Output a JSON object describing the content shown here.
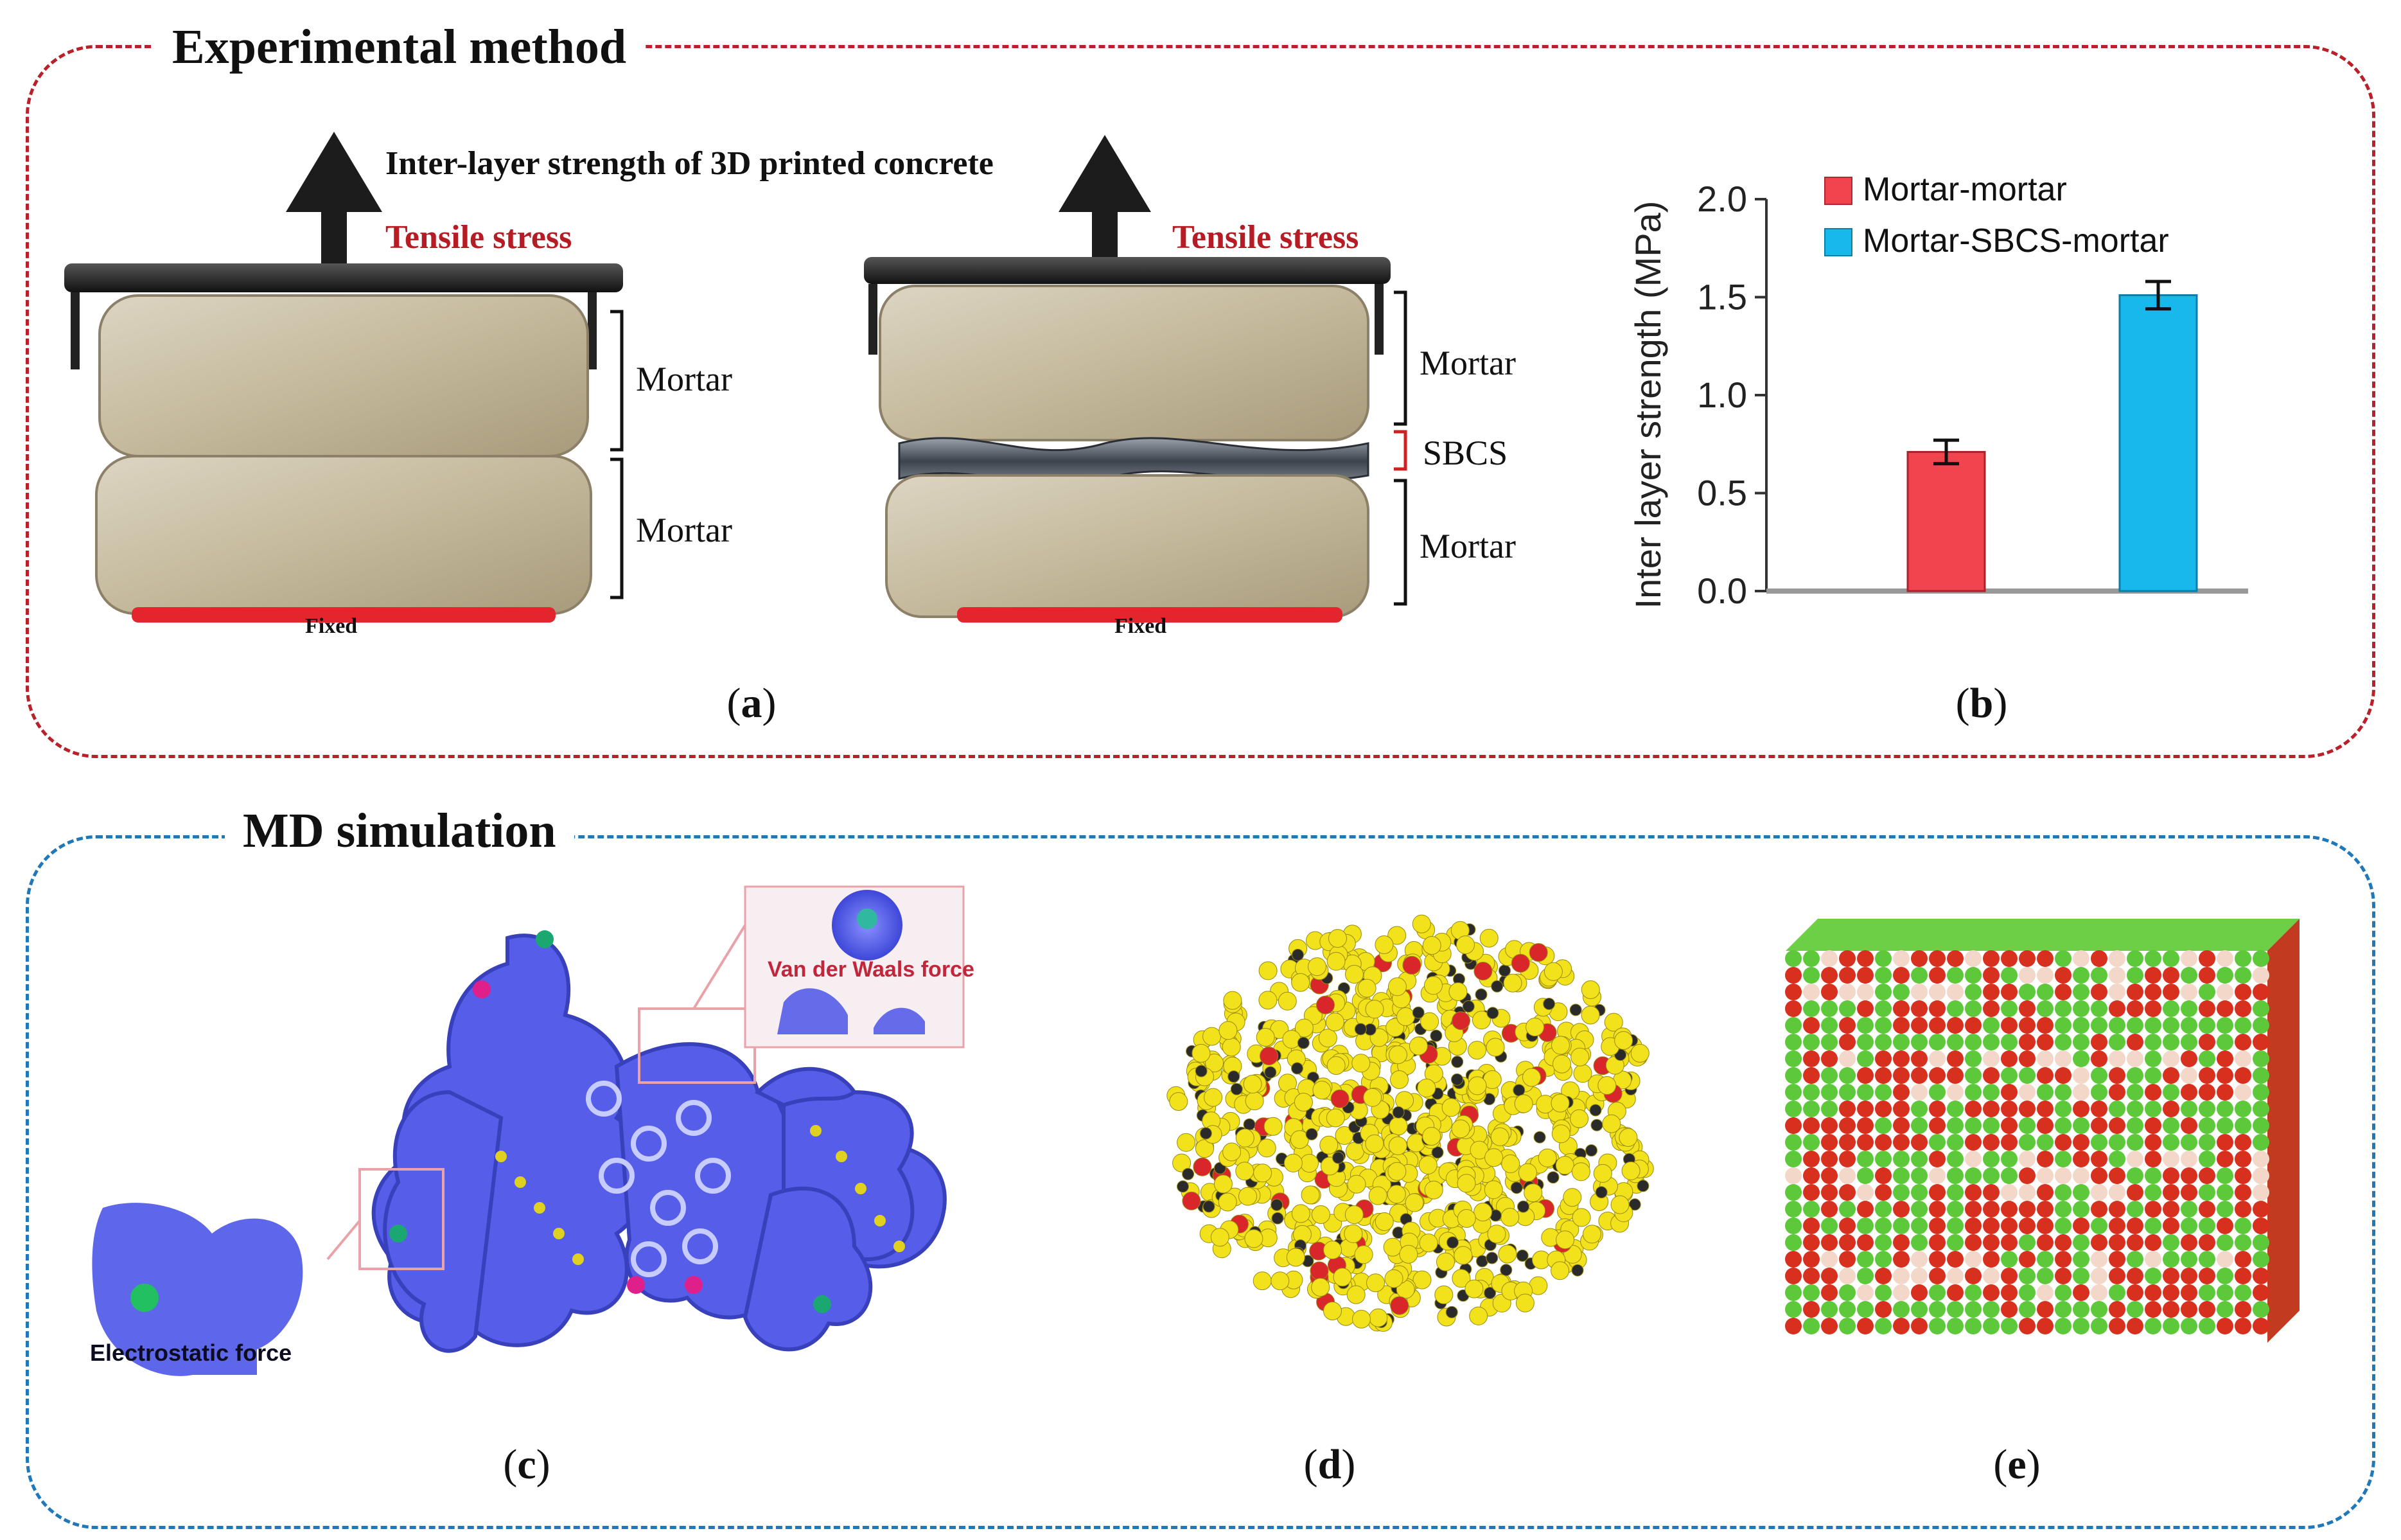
{
  "sections": {
    "top_title": "Experimental method",
    "bottom_title": "MD simulation"
  },
  "panel_a": {
    "label_open": "(",
    "label_letter": "a",
    "label_close": ")",
    "header": "Inter-layer strength of 3D printed concrete",
    "left_specimen": {
      "stress": "Tensile stress",
      "layer_top": "Mortar",
      "layer_bottom": "Mortar",
      "base": "Fixed"
    },
    "right_specimen": {
      "stress": "Tensile stress",
      "layer_top": "Mortar",
      "interlayer": "SBCS",
      "layer_bottom": "Mortar",
      "base": "Fixed"
    }
  },
  "panel_b": {
    "label_open": "(",
    "label_letter": "b",
    "label_close": ")"
  },
  "chart_data": {
    "type": "bar",
    "ylabel": "Inter layer strength (MPa)",
    "xlabel": "",
    "ylim": [
      0.0,
      2.0
    ],
    "yticks": [
      "0.0",
      "0.5",
      "1.0",
      "1.5",
      "2.0"
    ],
    "legend_position": "top-left",
    "categories": [
      "Mortar-mortar",
      "Mortar-SBCS-mortar"
    ],
    "series": [
      {
        "name": "Mortar-mortar",
        "color": "#f0444e",
        "values": [
          0.71
        ],
        "error": [
          0.06
        ]
      },
      {
        "name": "Mortar-SBCS-mortar",
        "color": "#19b8ec",
        "values": [
          1.51
        ],
        "error": [
          0.07
        ]
      }
    ],
    "grid": false
  },
  "panel_c": {
    "label_open": "(",
    "label_letter": "c",
    "label_close": ")",
    "vdw_label": "Van der Waals force",
    "electro_label": "Electrostatic force"
  },
  "panel_d": {
    "label_open": "(",
    "label_letter": "d",
    "label_close": ")"
  },
  "panel_e": {
    "label_open": "(",
    "label_letter": "e",
    "label_close": ")"
  },
  "colors": {
    "top_frame": "#b8202a",
    "bottom_frame": "#1f78b8",
    "tensile_text": "#b51c24",
    "fixed_bar": "#e3262e",
    "mortar": "#c9bfa6",
    "sbcs": "#5c6470",
    "molecule_blue": "#4c55e8",
    "asphaltene_yellow": "#f2e21c",
    "crystal_green": "#5cc83a",
    "crystal_red": "#d8301e"
  }
}
